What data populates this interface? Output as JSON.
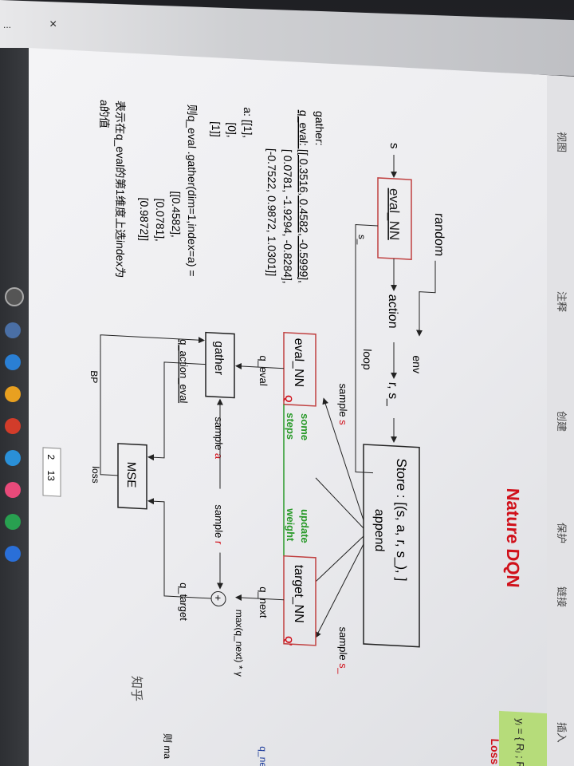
{
  "window": {
    "close_label": "×",
    "more_label": "..."
  },
  "ribbon": [
    "视图",
    "注释",
    "创建",
    "保护",
    "链接",
    "插入"
  ],
  "pager": {
    "current": "2",
    "total": "13"
  },
  "diagram": {
    "title": "Nature DQN",
    "loss_label": "Loss",
    "formula": "yⱼ = { Rⱼ ; Rⱼ + ",
    "s_in": "s",
    "random": "random",
    "eval_nn_top": "eval_NN",
    "s_underscore": "s_",
    "action": "action",
    "env": "env",
    "r_s": "r, s_",
    "loop": "loop",
    "store": "Store : [(s, a, r, s_), ]",
    "append": "append",
    "sample_s": "sample",
    "sample_s_var": "s",
    "sample_s_": "sample",
    "sample_s_var2": "s_",
    "eval_nn_mid": "eval_NN",
    "q_tag": "Q",
    "some": "some",
    "steps": "steps",
    "update": "update",
    "weight": "weight",
    "target_nn": "target_NN",
    "q_tag2": "Q'",
    "q_eval": "q_eval",
    "gather_box": "gather",
    "sample_a": "sample",
    "sample_a_var": "a",
    "sample_r": "sample",
    "sample_r_var": "r",
    "q_next": "q_next",
    "max_expr": "max(q_next) * γ",
    "q_target": "q_target",
    "plus": "+",
    "q_action_eval": "q_action_eval",
    "mse": "MSE",
    "loss": "loss",
    "bp": "BP",
    "q_ne": "q_ne",
    "then_ma": "则 ma",
    "zhihu": "知乎"
  },
  "notes": {
    "gather": "gather:",
    "q_eval_line1": "q_eval: [[ 0.3516, 0.4582, -0.5999],",
    "q_eval_line2": "[ 0.0781, -1.9294, -0.8284],",
    "q_eval_line3": "[-0.7522, 0.9872, 1.0301]]",
    "a_line1": "a: [[1],",
    "a_line2": "[0],",
    "a_line3": "[1]]",
    "then_line": "则q_eval .gather(dim=1,index=a) =",
    "res1": "[[0.4582],",
    "res2": "[0.0781],",
    "res3": "[0.9872]]",
    "explain1": "表示在q_eval的第1维度上选index为",
    "explain2": "a的值"
  },
  "colors": {
    "title_red": "#d0101a",
    "green": "#2a9a2a",
    "orange": "#e07a10",
    "box_red": "#c04040"
  }
}
